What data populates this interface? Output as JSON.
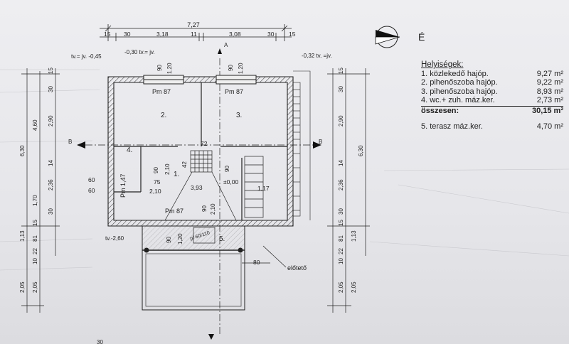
{
  "drawing": {
    "top_total": "7,27",
    "top_dims": [
      "15",
      "30",
      "3,18",
      "11",
      "3,08",
      "30",
      "15"
    ],
    "left_dims": [
      "15",
      "30",
      "2,90",
      "4,60",
      "6,30",
      "14",
      "2,36",
      "1,70",
      "30",
      "15",
      "81",
      "22",
      "10",
      "1,13",
      "2,05",
      "2,05"
    ],
    "right_dims": [
      "15",
      "30",
      "2,90",
      "14",
      "2,36",
      "6,30",
      "30",
      "15",
      "81",
      "22",
      "10",
      "1,13",
      "2,05",
      "2,05"
    ],
    "levels": {
      "top_left": "tv.= jv. -0,45",
      "top_mid": "-0,30 tv.= jv.",
      "top_right": "-0,32 tv. =jv.",
      "bottom_left": "tv.-2,60",
      "floor": "±0,00"
    },
    "section_marks": {
      "a": "A",
      "b_left": "B",
      "b_right": "B"
    },
    "rooms": [
      {
        "num": "1.",
        "id": "room-1"
      },
      {
        "num": "2.",
        "id": "room-2"
      },
      {
        "num": "3.",
        "id": "room-3"
      },
      {
        "num": "4.",
        "id": "room-4"
      },
      {
        "num": "5.",
        "id": "room-5"
      }
    ],
    "openings": {
      "pm_top_left": "Pm 87",
      "pm_top_right": "Pm 87",
      "pm_bottom": "Pm 87",
      "pm_left": "Pm 1,47",
      "w90_a": "90",
      "w120_a": "1,20",
      "w90_b": "90",
      "w120_b": "1,20",
      "w90_c": "90",
      "w210_c": "2,10",
      "w90_d": "90",
      "w210_d": "2,10",
      "w90_e": "90",
      "w120_e": "1,20",
      "w90_f": "90",
      "door_pf": "pf 60/110"
    },
    "inner": {
      "d72": "72",
      "d42": "42",
      "d75": "75",
      "d210": "2,10",
      "d393": "3,93",
      "d117": "1,17",
      "d60a": "60",
      "d60b": "60",
      "d80": "80"
    },
    "elotet": "előtető",
    "footer_dim": "30"
  },
  "north": {
    "label": "É"
  },
  "legend": {
    "title": "Helyiségek:",
    "rooms": [
      {
        "name": "1. közlekedő hajóp.",
        "area": "9,27 m²"
      },
      {
        "name": "2. pihenőszoba hajóp.",
        "area": "9,22 m²"
      },
      {
        "name": "3. pihenőszoba hajóp.",
        "area": "8,93 m²"
      },
      {
        "name": "4. wc.+ zuh. máz.ker.",
        "area": "2,73 m²"
      }
    ],
    "total": {
      "name": "összesen:",
      "area": "30,15 m²"
    },
    "terrace": {
      "name": "5. terasz máz.ker.",
      "area": "4,70 m²"
    }
  },
  "colors": {
    "line": "#222222",
    "paper": "#e9e9ec"
  }
}
